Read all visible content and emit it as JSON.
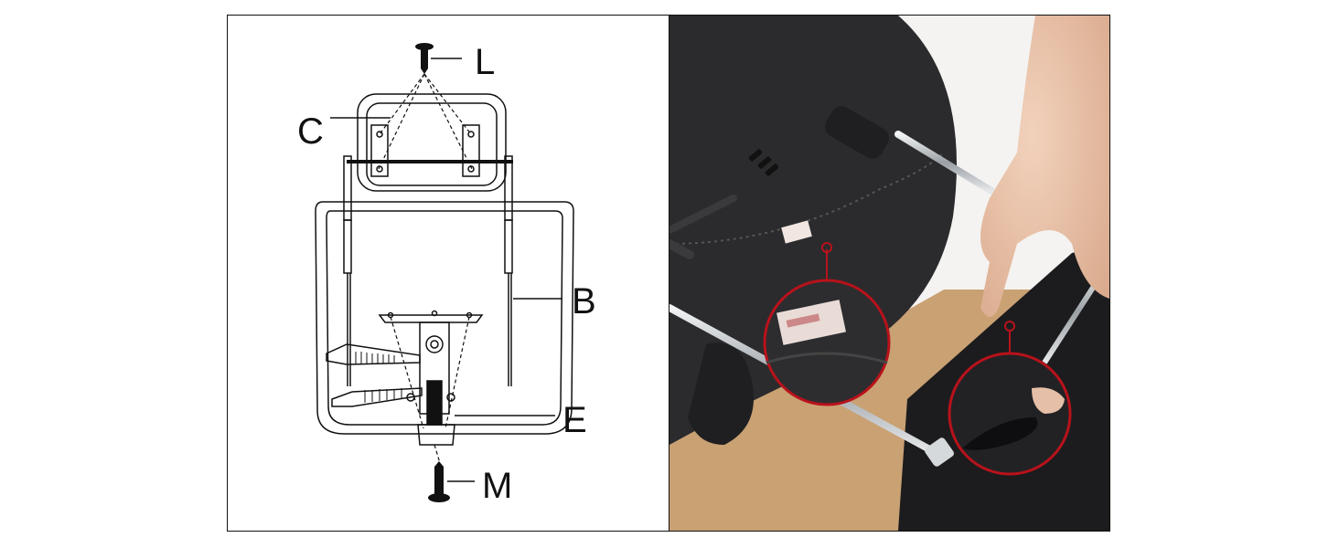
{
  "diagram": {
    "labels": {
      "L": "L",
      "C": "C",
      "B": "B",
      "E": "E",
      "M": "M"
    }
  },
  "photo": {
    "sticker_text": "",
    "colors": {
      "cushion": "#2b2b2d",
      "cardboard": "#c9a173",
      "wall": "#f4f3f1",
      "chrome": "#cfd3d6",
      "callout_ring": "#b8121b"
    }
  }
}
